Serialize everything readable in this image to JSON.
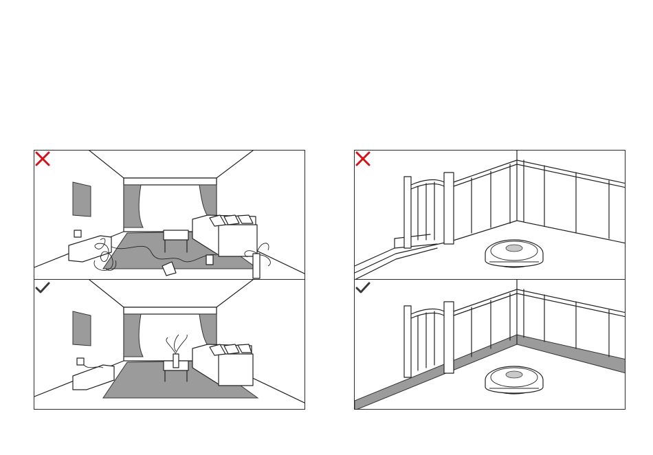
{
  "colors": {
    "incorrect_mark": "#d0121b",
    "correct_mark": "#3a3a3a",
    "line": "#222222",
    "rug": "#9b9b9b",
    "baseboard": "#9b9b9b"
  },
  "panels": [
    {
      "id": "living-room-cluttered",
      "status": "incorrect",
      "icon": "cross-icon"
    },
    {
      "id": "living-room-tidy",
      "status": "correct",
      "icon": "check-icon"
    },
    {
      "id": "balcony-open-railing",
      "status": "incorrect",
      "icon": "cross-icon"
    },
    {
      "id": "balcony-with-barrier",
      "status": "correct",
      "icon": "check-icon"
    }
  ]
}
